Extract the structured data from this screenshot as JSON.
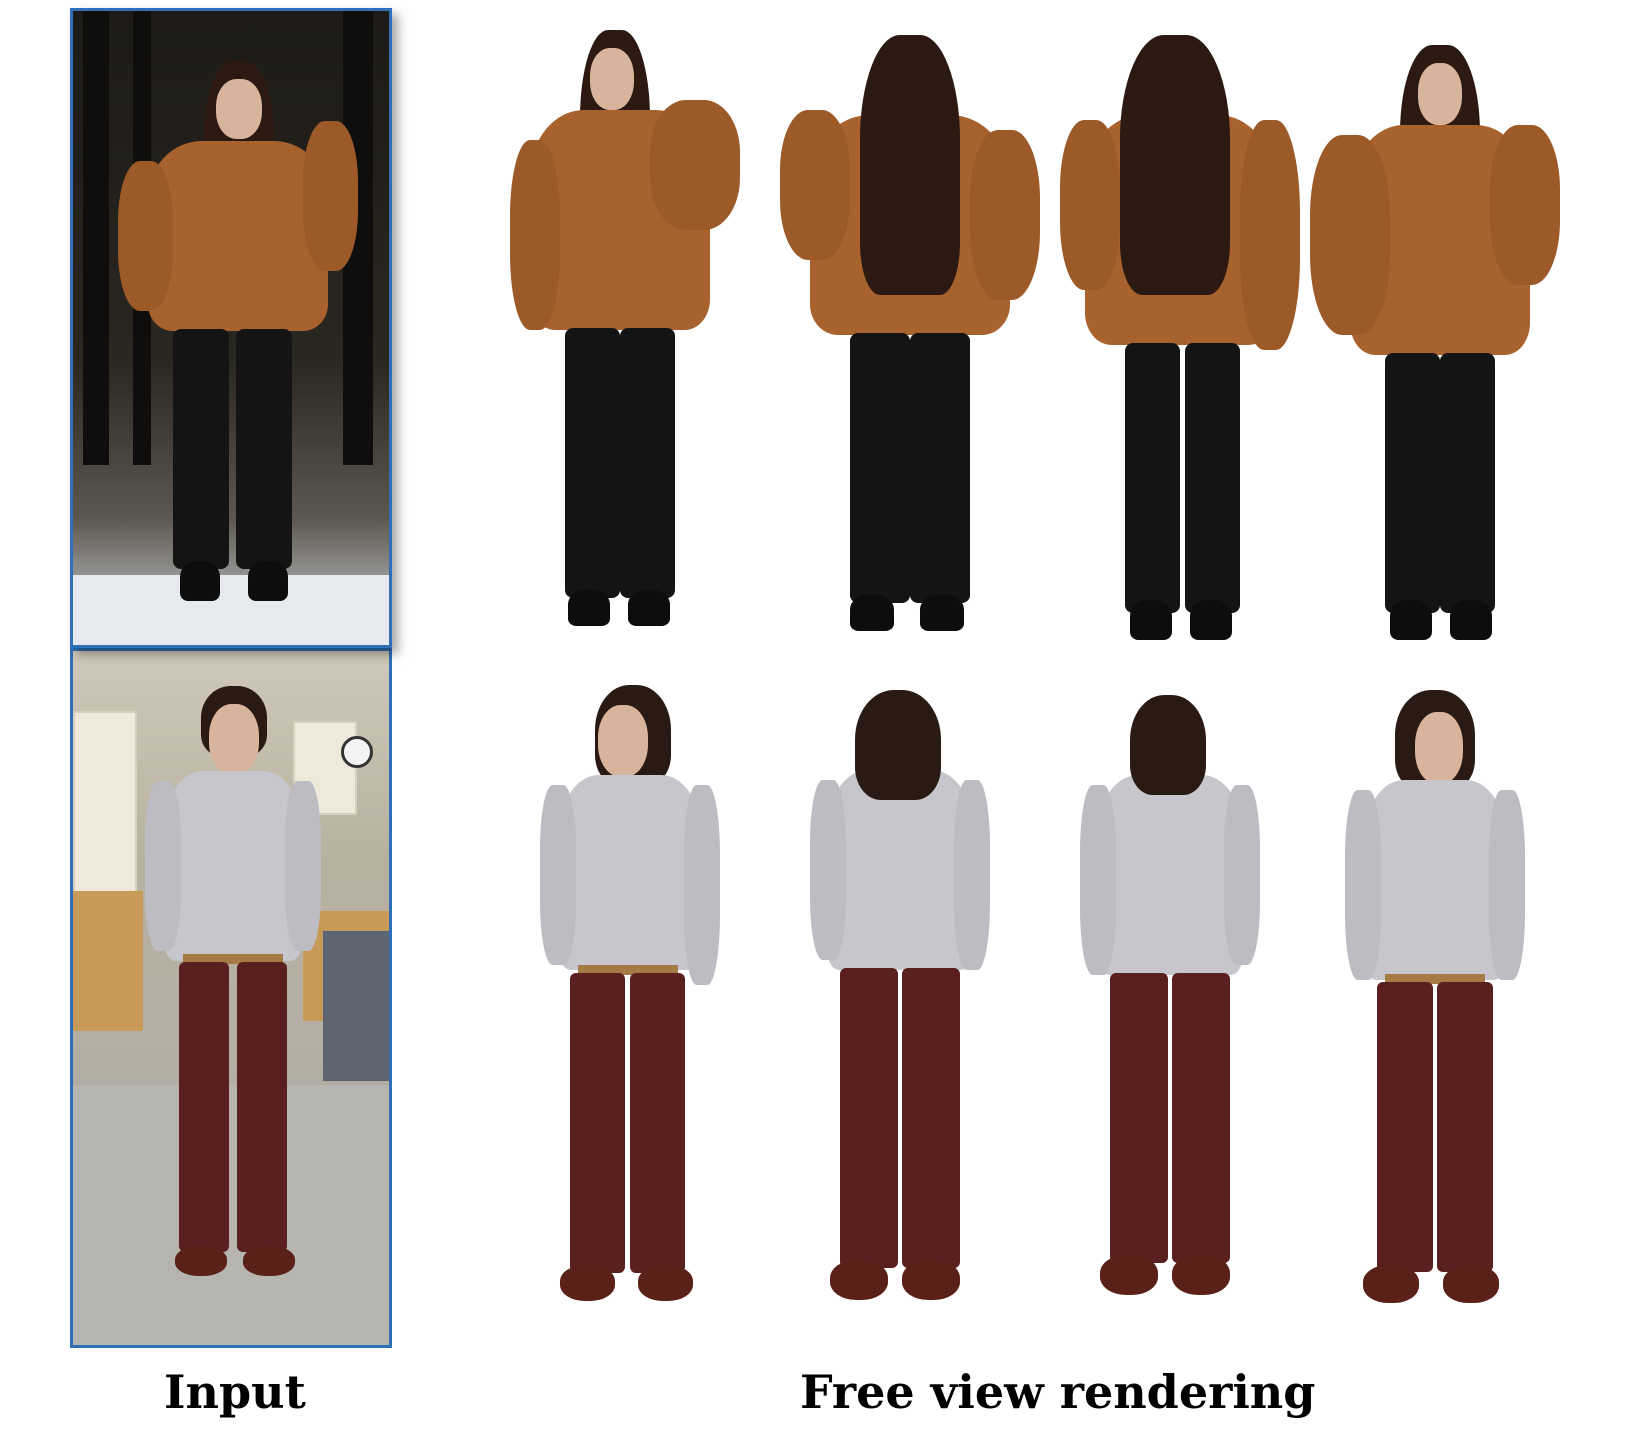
{
  "captions": {
    "input": "Input",
    "free_view": "Free view rendering"
  },
  "colors": {
    "panel_border": "#2f6fb8",
    "jacket": "#a8622e",
    "pants_woman": "#141414",
    "shirt": "#c7c6cc",
    "pants_man": "#5a1f1f"
  },
  "rows": [
    {
      "subject": "woman-orange-jacket",
      "input_scene": "snowy-forest",
      "rendered_views": 4
    },
    {
      "subject": "man-grey-shirt",
      "input_scene": "office",
      "rendered_views": 4
    }
  ]
}
